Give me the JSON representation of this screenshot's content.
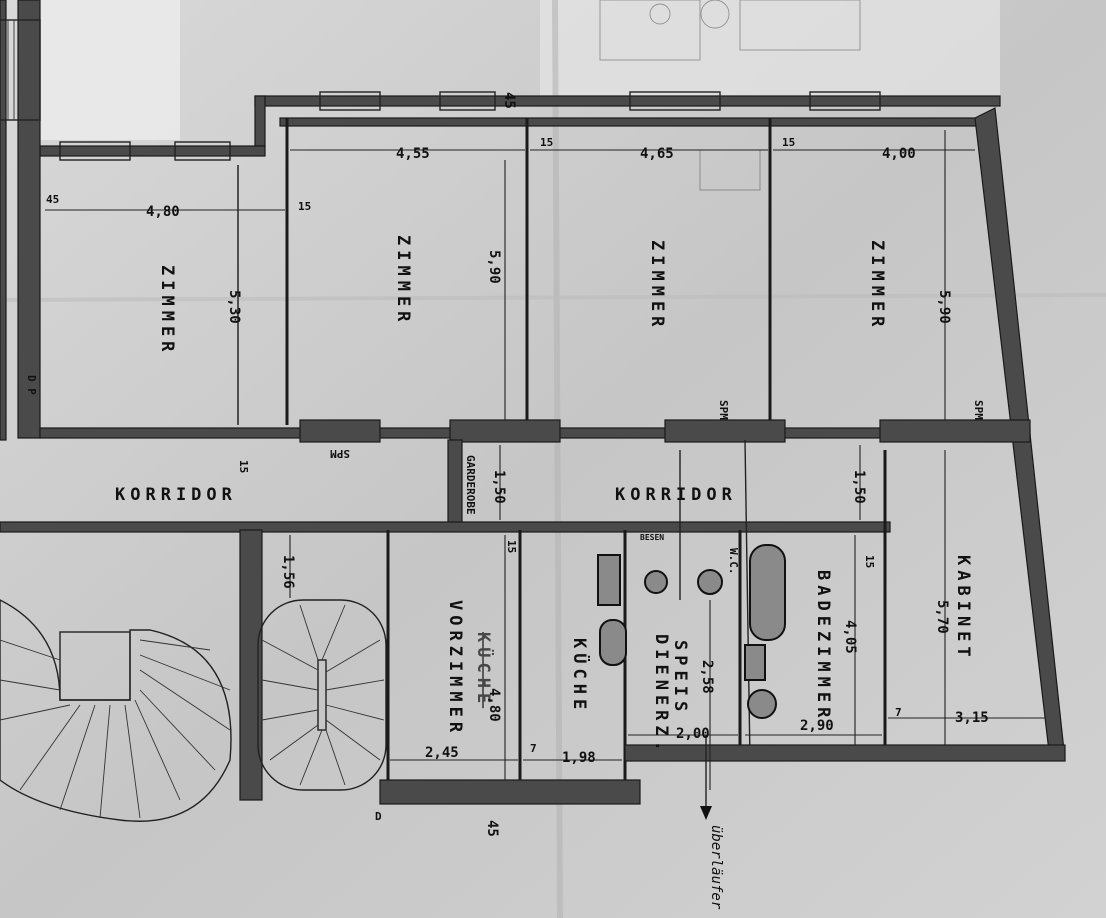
{
  "rooms": {
    "zimmer_left": "ZIMMER",
    "zimmer_2": "ZIMMER",
    "zimmer_3": "ZIMMER",
    "zimmer_4": "ZIMMER",
    "korridor_left": "KORRIDOR",
    "korridor_right": "KORRIDOR",
    "vorzimmer": "VORZIMMER",
    "kueche_struck": "KÜCHE",
    "kueche": "KÜCHE",
    "speis": "SPEIS",
    "dienerz": "DIENERZ.",
    "badezimmer": "BADEZIMMER",
    "kabinet": "KABINET"
  },
  "dimensions": {
    "top_45": "45",
    "w_455": "4,55",
    "w_465": "4,65",
    "w_400": "4,00",
    "w_480": "4,80",
    "h_590_a": "5,90",
    "h_590_b": "5,90",
    "h_530": "5,30",
    "k_150_a": "1,50",
    "k_150_b": "1,50",
    "h_156": "1,56",
    "h_405": "4,05",
    "h_570": "5,70",
    "h_480": "4,80",
    "h_258": "2,58",
    "w_245": "2,45",
    "w_198": "1,98",
    "w_200": "2,00",
    "w_290": "2,90",
    "w_315": "3,15",
    "bottom_45": "45",
    "t15_a": "15",
    "t15_b": "15",
    "t15_c": "15",
    "t15_d": "15",
    "t15_e": "15",
    "t15_f": "15",
    "t45_left": "45",
    "t7_a": "7",
    "t7_b": "7"
  },
  "small_labels": {
    "besen": "BESEN",
    "wc": "W.C.",
    "garderobe": "GARDEROBE",
    "spm_1": "SPM",
    "spm_2": "SPM",
    "spm_3": "SPM",
    "dp_left": "D P",
    "dp_bottom": "D"
  },
  "notes": {
    "ueberlaeufer": "überläufer"
  }
}
